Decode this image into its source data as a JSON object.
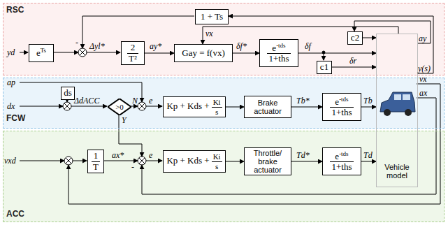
{
  "diagram": {
    "nodes": [
      {
        "text": [
          "RSC"
        ]
      },
      {
        "text": [
          "FCW"
        ]
      },
      {
        "text": [
          "ACC"
        ]
      },
      {
        "text": [
          "e",
          "Ts"
        ],
        "in": 0
      },
      {
        "text": [
          "1 + Ts"
        ],
        "in": 0
      },
      {
        "text": [
          "2",
          "T²"
        ],
        "in": 0
      },
      {
        "text": [
          "Gay = f(vx)"
        ],
        "in": 0
      },
      {
        "text": [
          "e",
          "-tds",
          "1+ths"
        ],
        "in": 0
      },
      {
        "text": [
          "c2"
        ],
        "in": 0
      },
      {
        "text": [
          "c1"
        ],
        "in": 0
      },
      {
        "text": [
          "ds"
        ],
        "in": 1
      },
      {
        "text": [
          ">0"
        ],
        "in": 1
      },
      {
        "text": [
          "Kp + Kds +",
          "Ki",
          "s"
        ],
        "in": 1
      },
      {
        "text": [
          "Brake actuator"
        ],
        "in": 1
      },
      {
        "text": [
          "e",
          "-tds",
          "1+ths"
        ],
        "in": 1
      },
      {
        "text": [
          "1",
          "T"
        ],
        "in": 2
      },
      {
        "text": [
          "Kp + Kds +",
          "Ki",
          "s"
        ],
        "in": 2
      },
      {
        "text": [
          "Throttle/ brake actuator"
        ],
        "in": 2
      },
      {
        "text": [
          "e",
          "-tds",
          "1+ths"
        ],
        "in": 2
      },
      {
        "text": [
          "Vehicle model"
        ]
      }
    ],
    "edges": [
      {
        "from": 5,
        "to": 6,
        "arrow": "to"
      },
      {
        "from": 6,
        "to": 7,
        "arrow": "to"
      },
      {
        "from": 7,
        "to": 19,
        "arrow": "to"
      },
      {
        "from": 9,
        "to": 19,
        "arrow": "to"
      },
      {
        "from": 8,
        "to": 19,
        "arrow": "to"
      },
      {
        "from": 19,
        "to": 8,
        "arrow": "to"
      },
      {
        "from": 19,
        "to": 4,
        "arrow": "to"
      },
      {
        "from": 19,
        "to": 6,
        "arrow": "to"
      },
      {
        "from": 12,
        "to": 13,
        "arrow": "to"
      },
      {
        "from": 13,
        "to": 14,
        "arrow": "to"
      },
      {
        "from": 14,
        "to": 19,
        "arrow": "to"
      },
      {
        "from": 16,
        "to": 17,
        "arrow": "to"
      },
      {
        "from": 17,
        "to": 18,
        "arrow": "to"
      },
      {
        "from": 18,
        "to": 19,
        "arrow": "to"
      }
    ],
    "labels": [
      "yd",
      "-",
      "Δyl*",
      "ay*",
      "δf*",
      "δf",
      "δr",
      "vx",
      "ay",
      "y(s)",
      "vx",
      "ax",
      "ap",
      "dx",
      "ΔdACC",
      "N",
      "Y",
      "e",
      "Tb*",
      "Tb",
      "vxd",
      "ax*",
      "-",
      "e",
      "Td*",
      "Td"
    ]
  }
}
